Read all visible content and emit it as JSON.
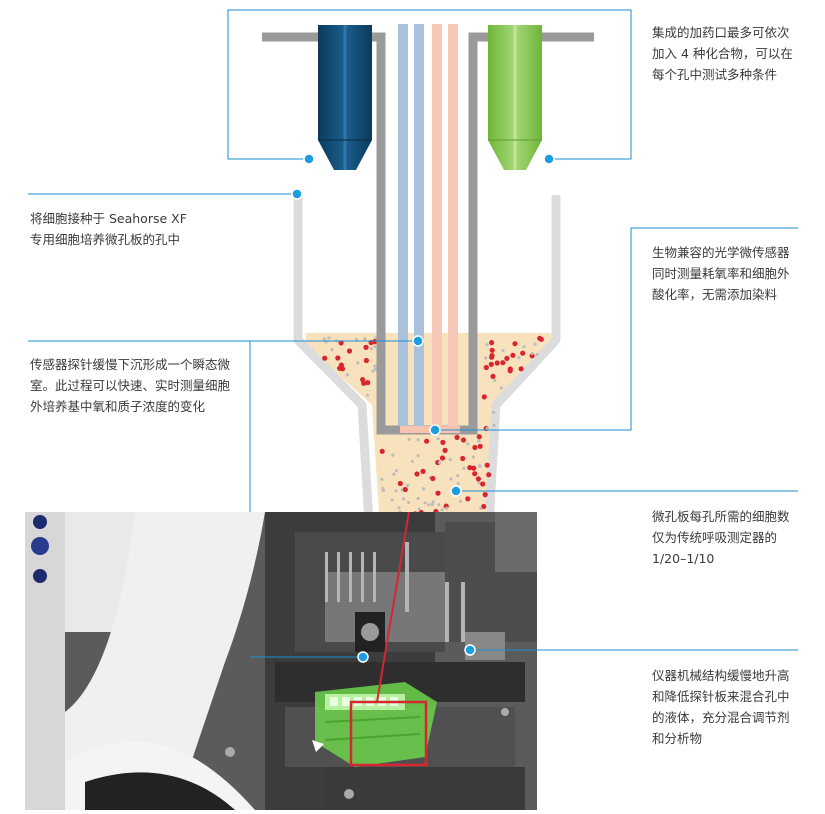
{
  "captions": {
    "injection_ports": [
      "集成的加药口最多可依次",
      "加入 4 种化合物，可以在",
      "每个孔中测试多种条件"
    ],
    "cell_seeding": [
      "将细胞接种于 Seahorse XF",
      "专用细胞培养微孔板的孔中"
    ],
    "optical_sensors": [
      "生物兼容的光学微传感器",
      "同时测量耗氧率和细胞外",
      "酸化率，无需添加染料"
    ],
    "microchamber": [
      "传感器探针缓慢下沉形成一个瞬态微",
      "室。此过程可以快速、实时测量细胞",
      "外培养基中氧和质子浓度的变化"
    ],
    "cell_count": [
      "微孔板每孔所需的细胞数",
      "仅为传统呼吸测定器的",
      "1/20–1/10"
    ],
    "mixing_mechanism": [
      "仪器机械结构缓慢地升高",
      "和降低探针板来混合孔中",
      "的液体，充分混合调节剂",
      "和分析物"
    ]
  },
  "colors": {
    "leader_line": "#1a8fd6",
    "dot": "#1a9ee0",
    "port_blue": "#0f4a72",
    "port_green": "#7fc241",
    "medium": "#f8e2bd",
    "cell_red": "#d8262e",
    "cell_green": "#7dc54a",
    "well_wall": "#d9d9d9",
    "probe_frame": "#8c8c8c",
    "highlight_box": "#d6262e"
  }
}
